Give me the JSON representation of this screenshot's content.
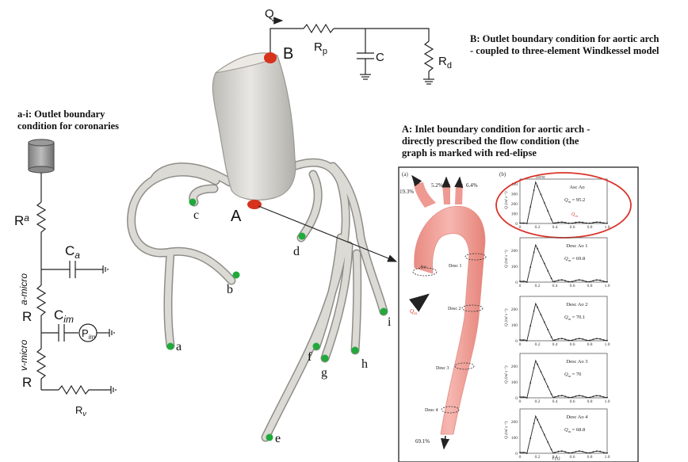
{
  "captions": {
    "outlet_aortic": {
      "line1": "B: Outlet boundary condition for aortic arch",
      "line2": "- coupled to three-element Windkessel model"
    },
    "outlet_coronary": {
      "line1": "a-i: Outlet boundary",
      "line2": "condition for coronaries"
    },
    "inlet_aortic": {
      "line1": "A: Inlet boundary condition for aortic arch -",
      "line2": "directly prescribed the flow condition (the",
      "line3": "graph is marked with red-elipse"
    }
  },
  "circuit_b": {
    "flow": "Q",
    "node": "B",
    "r_proximal": "R",
    "r_proximal_sub": "p",
    "capacitor": "C",
    "r_distal": "R",
    "r_distal_sub": "d"
  },
  "circuit_coronary": {
    "ra": "R",
    "ra_sub": "a",
    "ca": "C",
    "ca_sub": "a",
    "ra_micro": "R",
    "ra_micro_sub": "a-micro",
    "cim": "C",
    "cim_sub": "im",
    "pim": "P",
    "pim_sub": "im",
    "rv_micro": "R",
    "rv_micro_sub": "v-micro",
    "rv": "R",
    "rv_sub": "v"
  },
  "model": {
    "inlet": "A",
    "outlets": [
      "a",
      "b",
      "c",
      "d",
      "e",
      "f",
      "g",
      "h",
      "i"
    ]
  },
  "inset": {
    "panel_a": "(a)",
    "panel_b": "(b)",
    "flow_head": "flow",
    "percents": {
      "left": "19.3%",
      "mid": "5.2%",
      "right": "6.4%",
      "bottom": "69.1%"
    },
    "aorta_labels": {
      "asc": "Asc",
      "qin": "Q",
      "qin_sub": "in",
      "desc1": "Desc 1",
      "desc2": "Desc 2",
      "desc3": "Desc 3",
      "desc4": "Desc 4"
    },
    "xlabel": "t (s)",
    "ylabel": "Q (ml s⁻¹)",
    "x_ticks": [
      "0",
      "0.2",
      "0.4",
      "0.6",
      "0.8",
      "1.0"
    ],
    "graphs": [
      {
        "title": "Asc Ao",
        "mean": "Q",
        "mean_sub": "m",
        "mean_val": "= 95.2",
        "extra": "Q",
        "extra_sub": "in",
        "yticks": [
          "0",
          "100",
          "200",
          "300",
          "400"
        ],
        "highlight": true
      },
      {
        "title": "Desc Ao 1",
        "mean": "Q",
        "mean_sub": "m",
        "mean_val": "= 69.8",
        "yticks": [
          "0",
          "100",
          "200"
        ]
      },
      {
        "title": "Desc Ao 2",
        "mean": "Q",
        "mean_sub": "m",
        "mean_val": "= 70.1",
        "yticks": [
          "0",
          "100",
          "200"
        ]
      },
      {
        "title": "Desc Ao 3",
        "mean": "Q",
        "mean_sub": "m",
        "mean_val": "= 70",
        "yticks": [
          "0",
          "100",
          "200"
        ]
      },
      {
        "title": "Desc Ao 4",
        "mean": "Q",
        "mean_sub": "m",
        "mean_val": "= 68.8",
        "yticks": [
          "0",
          "100",
          "200"
        ]
      }
    ]
  },
  "colors": {
    "vessel": "#d8d6d1",
    "vessel_stroke": "#9a9893",
    "outlet_dot": "#1faa3a",
    "inlet_dot": "#d7321c",
    "aorta_fill": "#ee9a92",
    "highlight": "#d9342b"
  }
}
